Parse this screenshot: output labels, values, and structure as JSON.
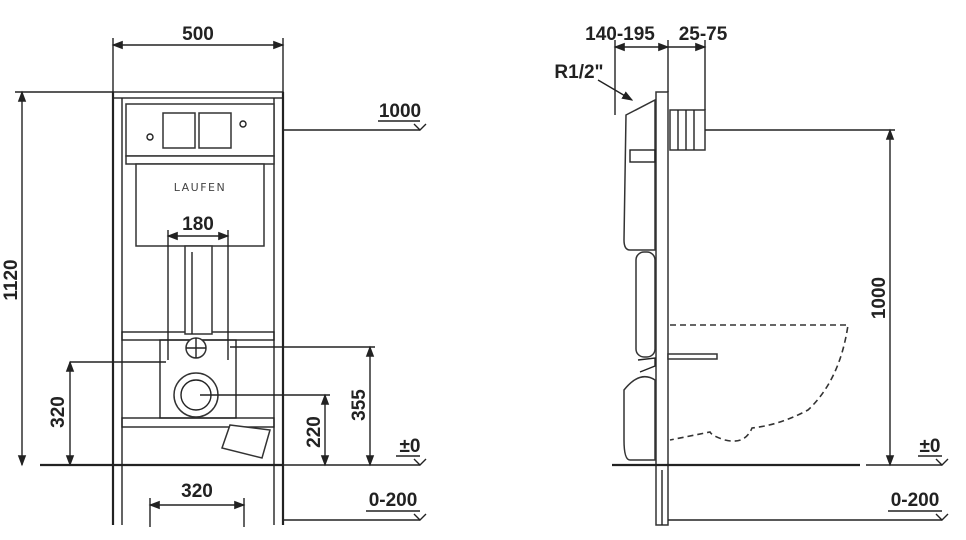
{
  "front_view": {
    "width_label": "500",
    "height_label": "1120",
    "flush_height_label": "1000",
    "bolt_spacing_label": "180",
    "inlet_height_label": "320",
    "drain_height_label": "220",
    "bolt_height_label": "355",
    "floor_level_label": "±0",
    "foot_range_label": "0-200",
    "foot_spacing_label": "320",
    "brand_logo": "LAUFEN"
  },
  "side_view": {
    "depth_label": "140-195",
    "wall_offset_label": "25-75",
    "connection_label": "R1/2\"",
    "flush_height_label": "1000",
    "floor_level_label": "±0",
    "foot_range_label": "0-200"
  }
}
